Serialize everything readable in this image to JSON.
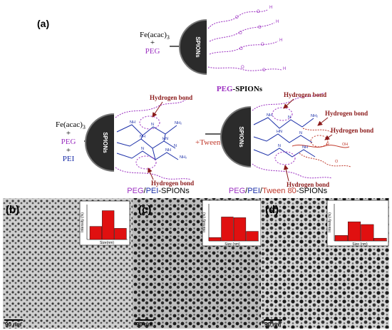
{
  "panel_a": {
    "letter": "(a)",
    "row1": {
      "reagent1": "Fe(acac)",
      "reagent1_sub": "3",
      "plus": "+",
      "reagent2": "PEG",
      "core_label": "SPIONs",
      "product_peg": "PEG",
      "product_rest": "-SPIONs"
    },
    "row2": {
      "reagent1": "Fe(acac)",
      "reagent1_sub": "3",
      "plus1": "+",
      "reagent2": "PEG",
      "plus2": "+",
      "reagent3": "PEI",
      "core_label": "SPIONs",
      "plus_tween": "+Tween 80",
      "hbond": "Hydrogen bond"
    }
  },
  "captions": {
    "c1_peg": "PEG",
    "c1_slash": "/",
    "c1_pei": "PEI",
    "c1_rest": "-SPIONs",
    "c2_peg": "PEG",
    "c2_slash1": "/",
    "c2_pei": "PEI",
    "c2_slash2": "/",
    "c2_tween": "Tween 80",
    "c2_rest": "-SPIONs"
  },
  "panels": [
    {
      "letter": "(b)",
      "scale": "90 nm",
      "xlabel": "Size(nm)",
      "ylabel": "Intensity (%)",
      "values": [
        20,
        44,
        17
      ]
    },
    {
      "letter": "(c)",
      "scale": "90 nm",
      "xlabel": "Size (nm)",
      "ylabel": "Intensity (%)",
      "values": [
        5,
        35,
        34,
        14
      ]
    },
    {
      "letter": "(d)",
      "scale": "90 nm",
      "xlabel": "Size (nm)",
      "ylabel": "Intensity (%)",
      "values": [
        8,
        28,
        24,
        4
      ]
    }
  ],
  "colors": {
    "peg": "#9b2fc1",
    "pei": "#1a2ea8",
    "tween": "#c0392b",
    "bar": "#e01010",
    "hbond_arrow": "#8b1a1a"
  }
}
